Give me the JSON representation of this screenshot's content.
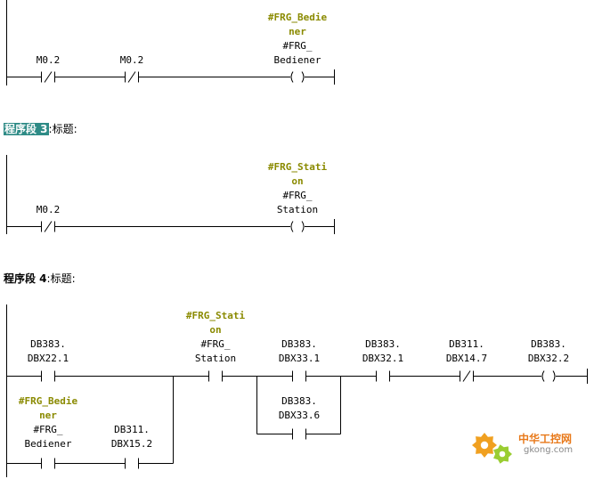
{
  "segments": [
    {
      "header": null,
      "coil": {
        "symbol": [
          "#FRG_Bedie",
          "ner"
        ],
        "operand": [
          "#FRG_",
          "Bediener"
        ]
      },
      "contacts": [
        {
          "operand": "M0.2",
          "type": "NC"
        },
        {
          "operand": "M0.2",
          "type": "NC"
        }
      ]
    },
    {
      "header": {
        "name": "程序段 3",
        "sep": ":",
        "title": "标题:"
      },
      "coil": {
        "symbol": [
          "#FRG_Stati",
          "on"
        ],
        "operand": [
          "#FRG_",
          "Station"
        ]
      },
      "contacts": [
        {
          "operand": "M0.2",
          "type": "NC"
        }
      ]
    },
    {
      "header": {
        "name": "程序段 4",
        "sep": ":",
        "title": "标题:"
      },
      "coil": {
        "operand": [
          "DB383.",
          "DBX32.2"
        ]
      },
      "contacts": [
        {
          "operand": [
            "DB383.",
            "DBX22.1"
          ],
          "type": "NO"
        },
        {
          "symbol": [
            "#FRG_Bedie",
            "ner"
          ],
          "operand": [
            "#FRG_",
            "Bediener"
          ],
          "type": "NO"
        },
        {
          "operand": [
            "DB311.",
            "DBX15.2"
          ],
          "type": "NO"
        },
        {
          "symbol": [
            "#FRG_Stati",
            "on"
          ],
          "operand": [
            "#FRG_",
            "Station"
          ],
          "type": "NO"
        },
        {
          "operand": [
            "DB383.",
            "DBX33.1"
          ],
          "type": "NO"
        },
        {
          "operand": [
            "DB383.",
            "DBX33.6"
          ],
          "type": "NO"
        },
        {
          "operand": [
            "DB383.",
            "DBX32.1"
          ],
          "type": "NO"
        },
        {
          "operand": [
            "DB311.",
            "DBX14.7"
          ],
          "type": "NC"
        }
      ]
    }
  ],
  "watermark": {
    "main": "中华工控网",
    "sub": "gkong.com"
  },
  "colors": {
    "symbol": "#8a8a00",
    "selection": "#2e8b86",
    "watermark_gear": "#f0a020",
    "watermark_gear2": "#9acd32"
  },
  "icons": {
    "watermark_logo": "gear-icon"
  }
}
